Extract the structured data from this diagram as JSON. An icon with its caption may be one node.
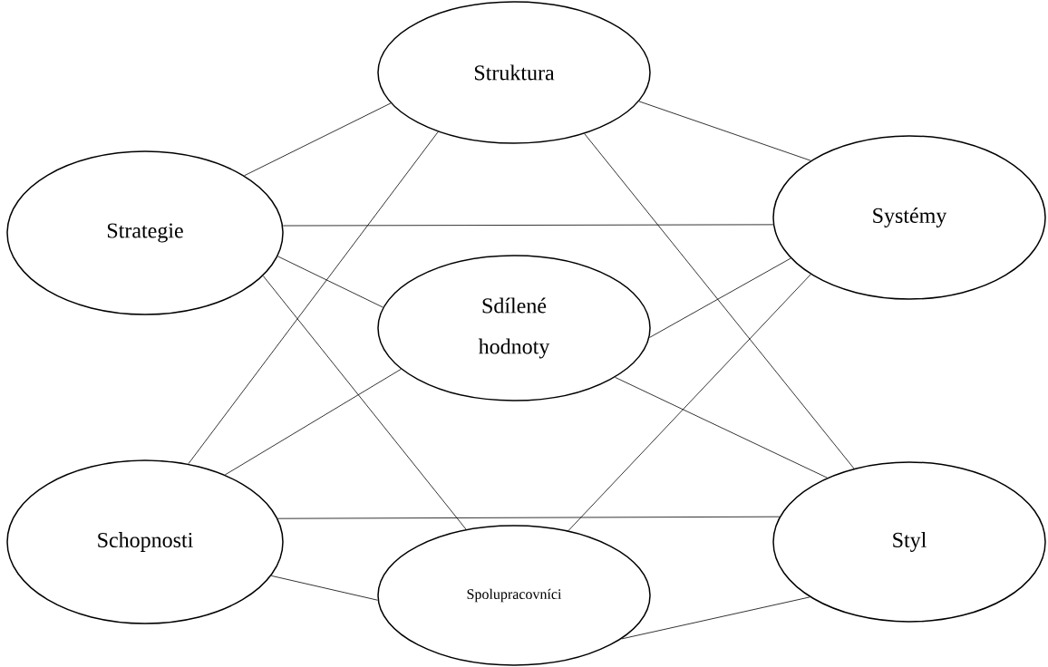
{
  "diagram": {
    "nodes": [
      {
        "text": [
          "Struktura"
        ]
      },
      {
        "text": [
          "Strategie"
        ]
      },
      {
        "text": [
          "Systémy"
        ]
      },
      {
        "text": [
          "Sdílené hodnoty"
        ]
      },
      {
        "text": [
          "Schopnosti"
        ]
      },
      {
        "text": [
          "Styl"
        ]
      },
      {
        "text": [
          "Spolupracovníci"
        ]
      }
    ],
    "edges": [
      {
        "from": 1,
        "to": 0,
        "arrow": "none"
      },
      {
        "from": 0,
        "to": 2,
        "arrow": "none"
      },
      {
        "from": 1,
        "to": 2,
        "arrow": "none"
      },
      {
        "from": 1,
        "to": 3,
        "arrow": "none"
      },
      {
        "from": 0,
        "to": 4,
        "arrow": "none"
      },
      {
        "from": 1,
        "to": 6,
        "arrow": "none"
      },
      {
        "from": 0,
        "to": 5,
        "arrow": "none"
      },
      {
        "from": 3,
        "to": 2,
        "arrow": "none"
      },
      {
        "from": 2,
        "to": 6,
        "arrow": "none"
      },
      {
        "from": 3,
        "to": 4,
        "arrow": "none"
      },
      {
        "from": 3,
        "to": 5,
        "arrow": "none"
      },
      {
        "from": 4,
        "to": 5,
        "arrow": "none"
      },
      {
        "from": 4,
        "to": 6,
        "arrow": "none"
      },
      {
        "from": 5,
        "to": 6,
        "arrow": "none"
      }
    ]
  }
}
